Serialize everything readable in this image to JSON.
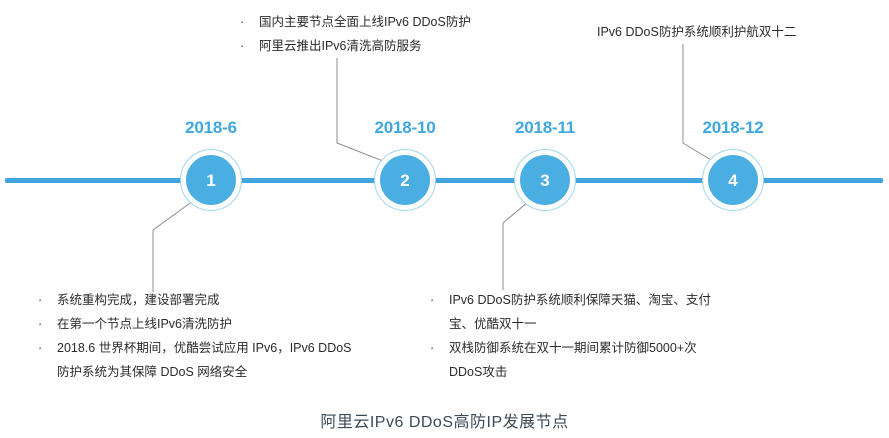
{
  "caption": "阿里云IPv6 DDoS高防IP发展节点",
  "theme": {
    "accent": "#42A6DE",
    "node_fill": "#4BAEE2",
    "node_ring": "#9FD4EF",
    "date_color": "#3FA7E0",
    "text_color": "#2b2b2b",
    "connector_color": "#8c8c8c",
    "caption_color": "#3b4a57",
    "background": "#ffffff"
  },
  "timeline": {
    "axis_label": "timeline-axis",
    "nodes": [
      {
        "number": "1",
        "date": "2018-6",
        "position": "below",
        "bullets": [
          "系统重构完成，建设部署完成",
          "在第一个节点上线IPv6清洗防护",
          "2018.6 世界杯期间，优酷尝试应用 IPv6，IPv6 DDoS 防护系统为其保障 DDoS 网络安全"
        ]
      },
      {
        "number": "2",
        "date": "2018-10",
        "position": "above",
        "bullets": [
          "国内主要节点全面上线IPv6 DDoS防护",
          "阿里云推出IPv6清洗高防服务"
        ]
      },
      {
        "number": "3",
        "date": "2018-11",
        "position": "below",
        "bullets": [
          "IPv6 DDoS防护系统顺利保障天猫、淘宝、支付宝、优酷双十一",
          "双栈防御系统在双十一期间累计防御5000+次DDoS攻击"
        ]
      },
      {
        "number": "4",
        "date": "2018-12",
        "position": "above",
        "bullets": [],
        "plain_text": "IPv6 DDoS防护系统顺利护航双十二"
      }
    ]
  },
  "bullet_glyph": "·"
}
